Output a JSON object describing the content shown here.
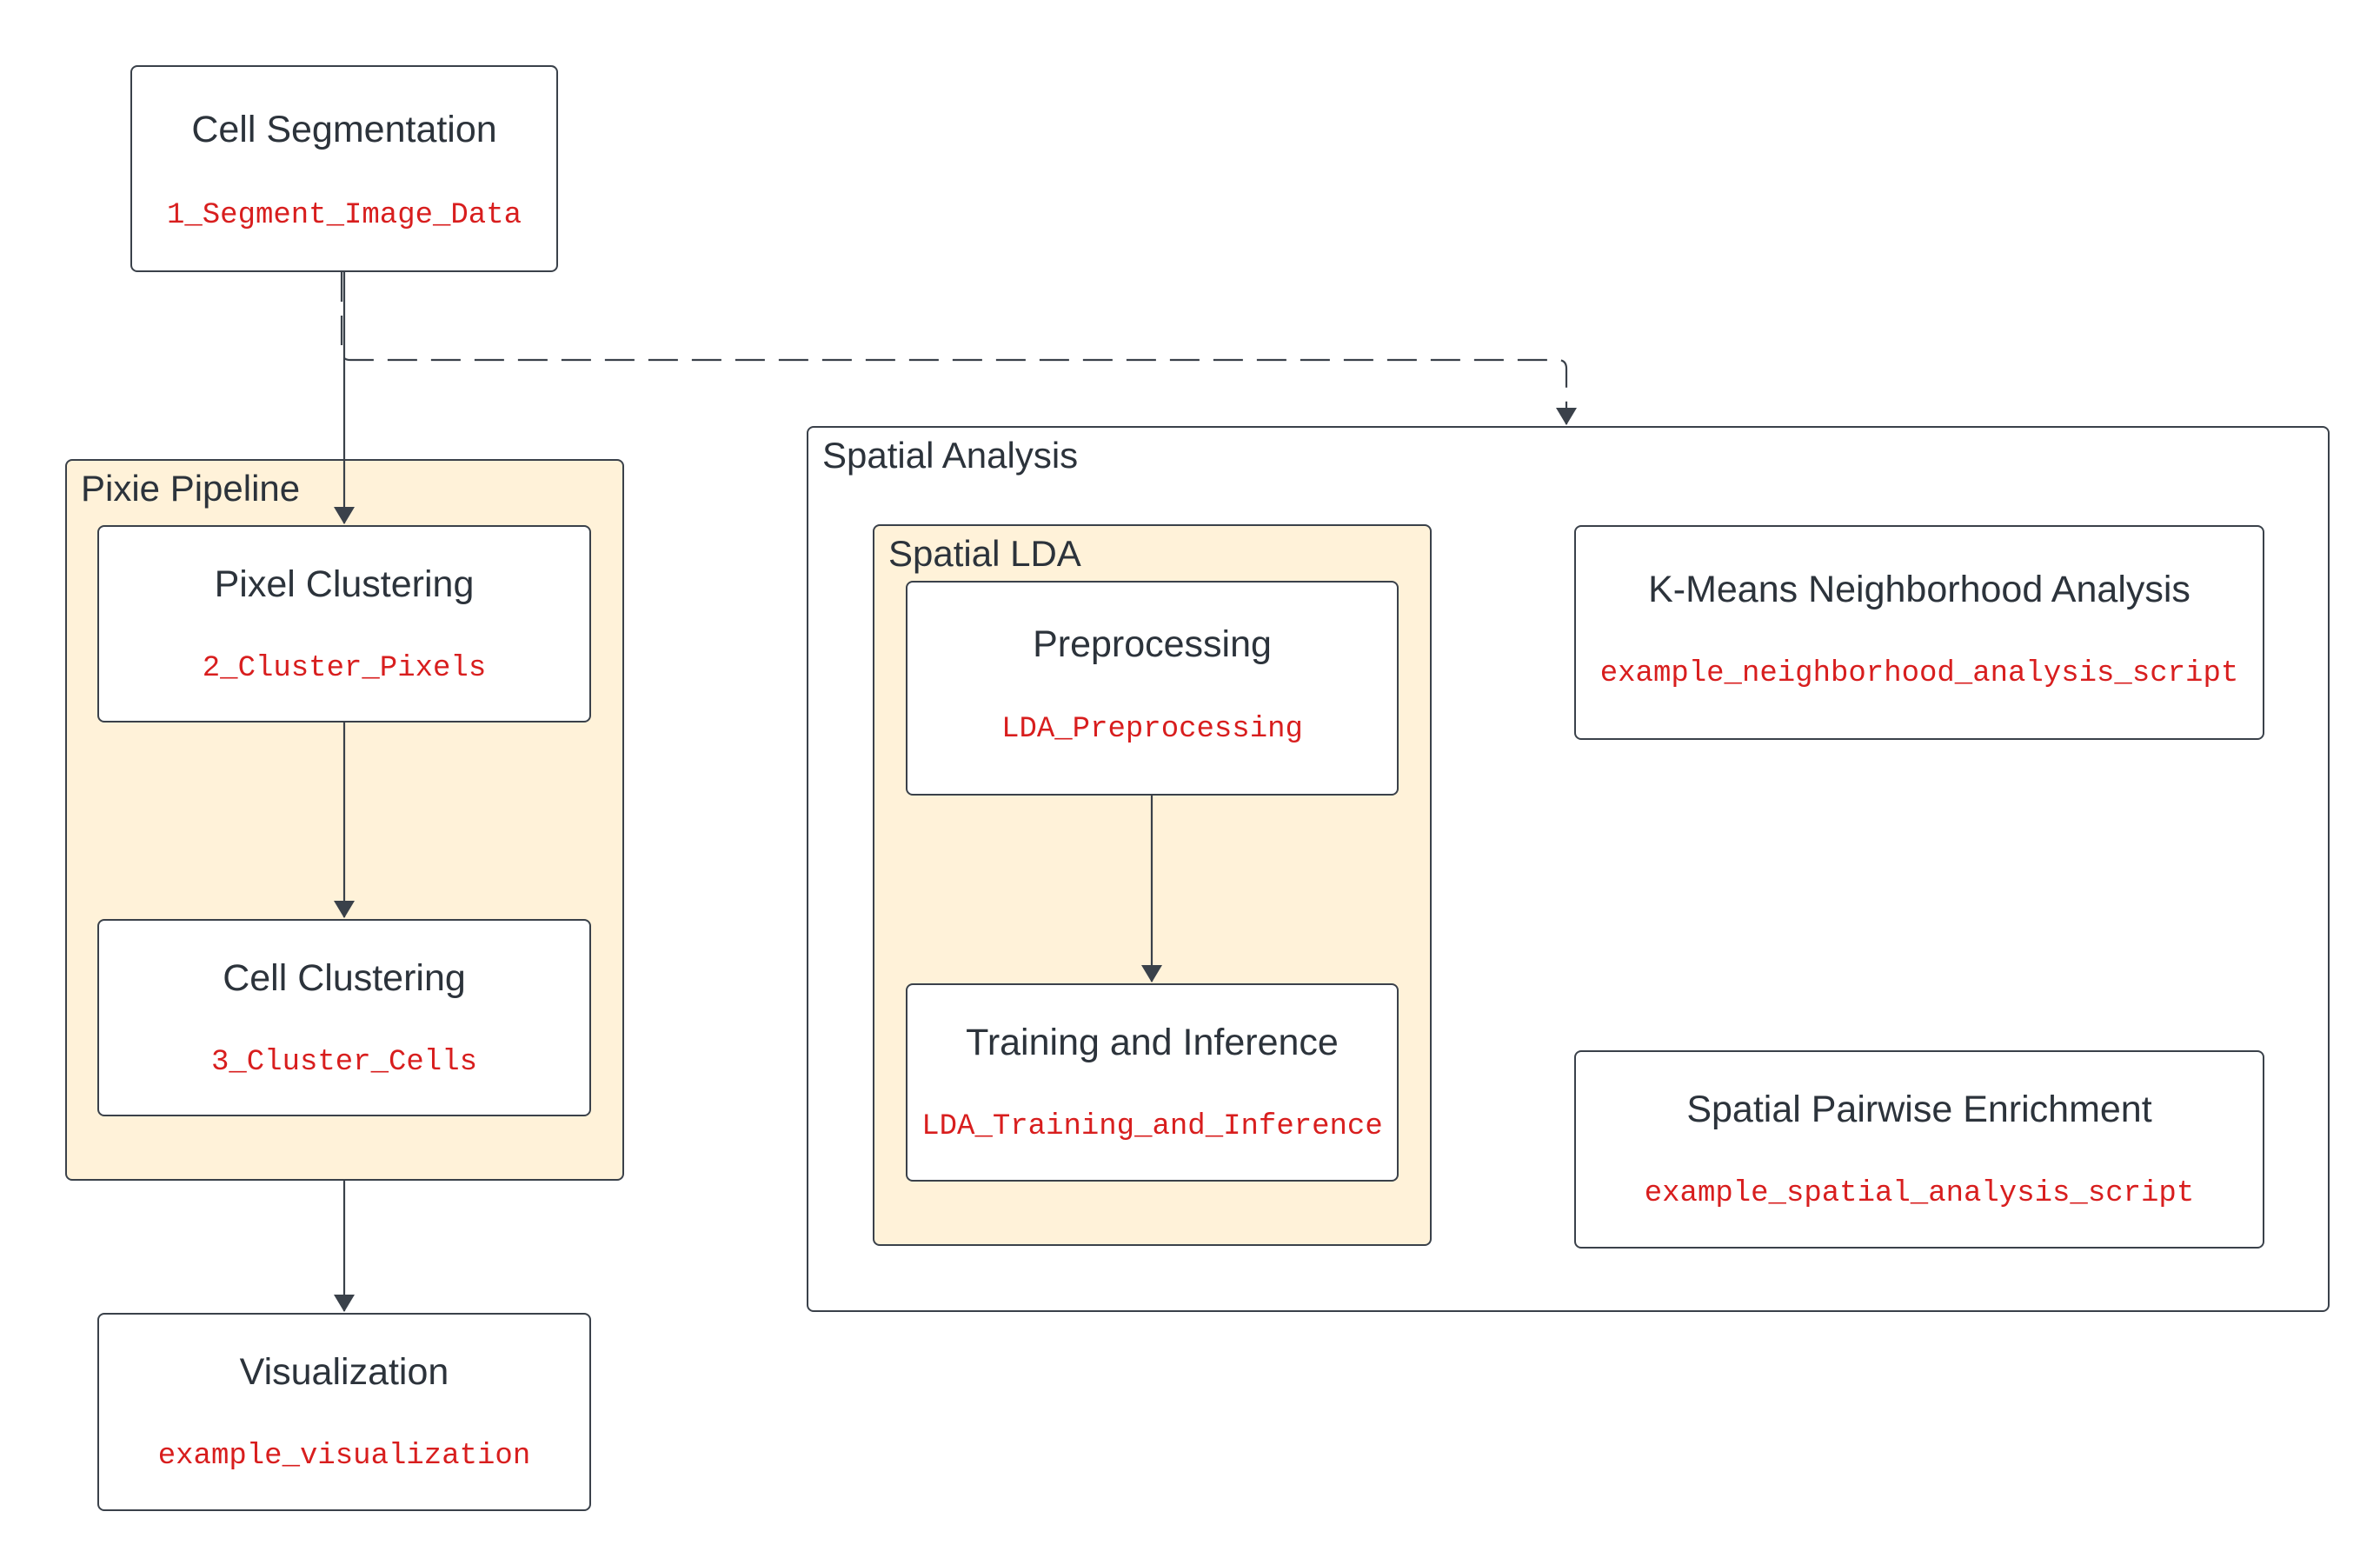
{
  "colors": {
    "border": "#3a414a",
    "group_fill": "#fff2d9",
    "title_text": "#2c333b",
    "code_text": "#d81e1e",
    "background": "#ffffff"
  },
  "groups": {
    "pixie_pipeline": {
      "title": "Pixie Pipeline"
    },
    "spatial_analysis": {
      "title": "Spatial Analysis"
    },
    "spatial_lda": {
      "title": "Spatial LDA"
    }
  },
  "nodes": {
    "cell_segmentation": {
      "title": "Cell Segmentation",
      "code": "1_Segment_Image_Data"
    },
    "pixel_clustering": {
      "title": "Pixel Clustering",
      "code": "2_Cluster_Pixels"
    },
    "cell_clustering": {
      "title": "Cell Clustering",
      "code": "3_Cluster_Cells"
    },
    "visualization": {
      "title": "Visualization",
      "code": "example_visualization"
    },
    "preprocessing": {
      "title": "Preprocessing",
      "code": "LDA_Preprocessing"
    },
    "training_inference": {
      "title": "Training and Inference",
      "code": "LDA_Training_and_Inference"
    },
    "kmeans": {
      "title": "K-Means Neighborhood Analysis",
      "code": "example_neighborhood_analysis_script"
    },
    "pairwise": {
      "title": "Spatial Pairwise Enrichment",
      "code": "example_spatial_analysis_script"
    }
  },
  "edges": [
    {
      "from": "cell_segmentation",
      "to": "pixel_clustering",
      "style": "solid"
    },
    {
      "from": "cell_segmentation",
      "to": "spatial_analysis",
      "style": "dashed"
    },
    {
      "from": "pixel_clustering",
      "to": "cell_clustering",
      "style": "solid"
    },
    {
      "from": "pixie_pipeline",
      "to": "visualization",
      "style": "solid"
    },
    {
      "from": "preprocessing",
      "to": "training_inference",
      "style": "solid"
    }
  ]
}
